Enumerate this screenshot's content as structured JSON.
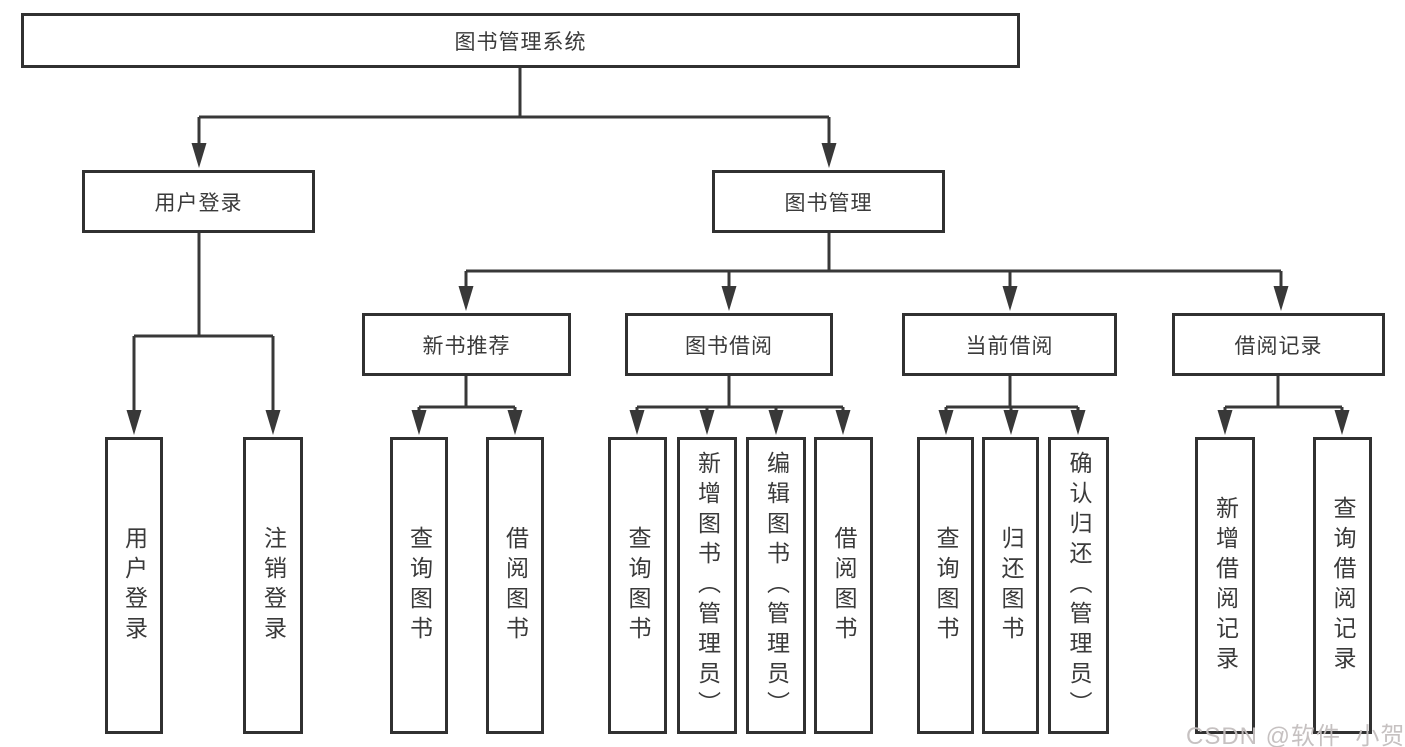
{
  "diagram_title": "图书管理系统",
  "colors": {
    "line": "#383838",
    "box_border": "#313131",
    "text": "#3a3a3a",
    "watermark": "#c3bebe"
  },
  "tree": {
    "label": "图书管理系统",
    "children": [
      {
        "label": "用户登录",
        "children": [
          {
            "label": "用户登录"
          },
          {
            "label": "注销登录"
          }
        ]
      },
      {
        "label": "图书管理",
        "children": [
          {
            "label": "新书推荐",
            "children": [
              {
                "label": "查询图书"
              },
              {
                "label": "借阅图书"
              }
            ]
          },
          {
            "label": "图书借阅",
            "children": [
              {
                "label": "查询图书"
              },
              {
                "label": "新增图书（管理员）"
              },
              {
                "label": "编辑图书（管理员）"
              },
              {
                "label": "借阅图书"
              }
            ]
          },
          {
            "label": "当前借阅",
            "children": [
              {
                "label": "查询图书"
              },
              {
                "label": "归还图书"
              },
              {
                "label": "确认归还（管理员）"
              }
            ]
          },
          {
            "label": "借阅记录",
            "children": [
              {
                "label": "新增借阅记录"
              },
              {
                "label": "查询借阅记录"
              }
            ]
          }
        ]
      }
    ]
  },
  "watermark": {
    "text": "CSDN @软件_小贺同学"
  }
}
